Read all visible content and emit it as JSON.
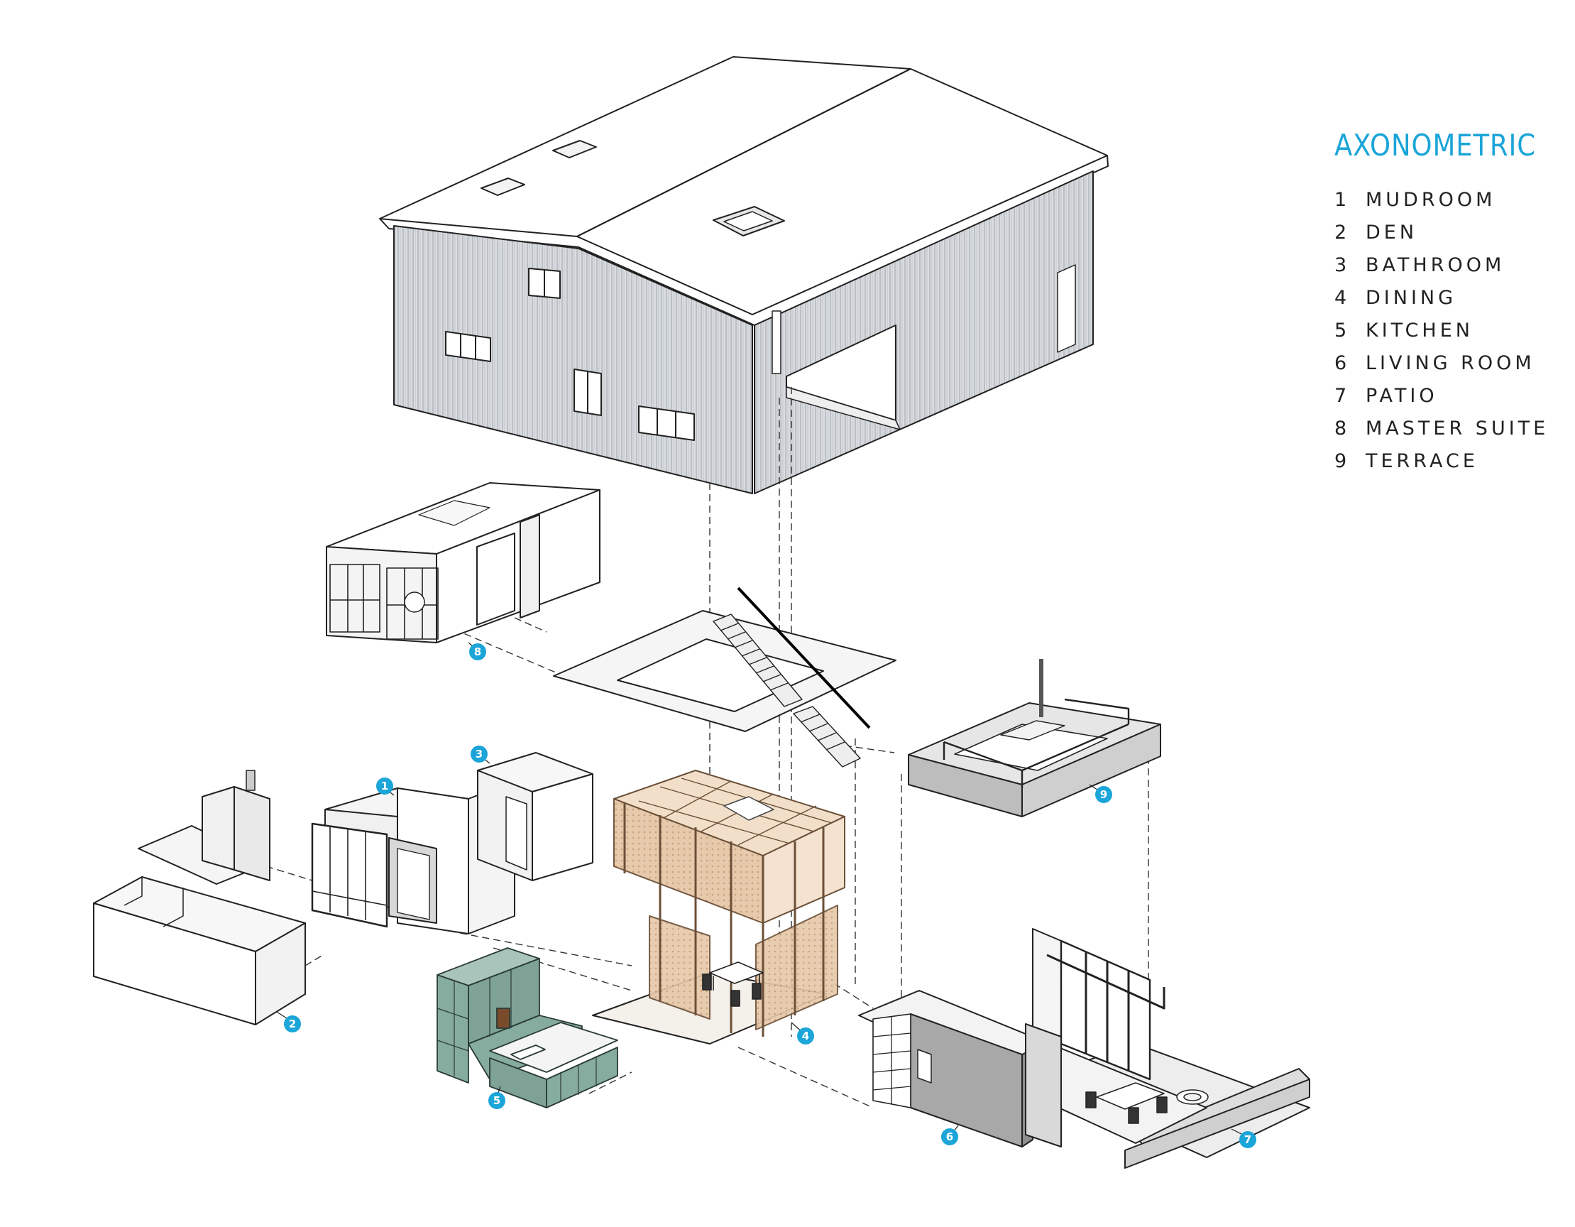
{
  "legend": {
    "title": "AXONOMETRIC",
    "items": [
      {
        "number": "1",
        "label": "MUDROOM"
      },
      {
        "number": "2",
        "label": "DEN"
      },
      {
        "number": "3",
        "label": "BATHROOM"
      },
      {
        "number": "4",
        "label": "DINING"
      },
      {
        "number": "5",
        "label": "KITCHEN"
      },
      {
        "number": "6",
        "label": "LIVING ROOM"
      },
      {
        "number": "7",
        "label": "PATIO"
      },
      {
        "number": "8",
        "label": "MASTER SUITE"
      },
      {
        "number": "9",
        "label": "TERRACE"
      }
    ]
  },
  "markers": [
    "1",
    "2",
    "3",
    "4",
    "5",
    "6",
    "7",
    "8",
    "9"
  ],
  "colors": {
    "accent": "#1ba5d8",
    "kitchen_cabinets": "#86ab9f",
    "dining_pavilion": "#e8cfb4",
    "terrace_slab": "#c9c9c9",
    "living_wall": "#a8a8a8",
    "shed_siding": "#d4d7dc"
  }
}
